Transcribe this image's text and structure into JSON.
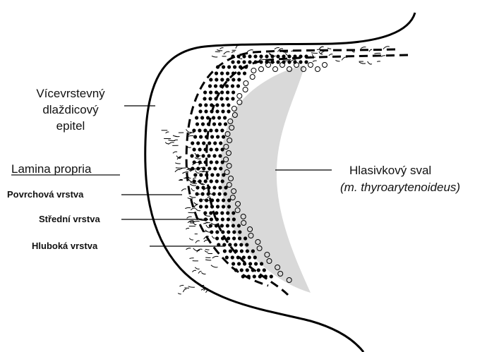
{
  "labels": {
    "epithelium": [
      "Vícevrstevný",
      "dlaždicový",
      "epitel"
    ],
    "lamina_propria": "Lamina propria",
    "superficial_layer": "Povrchová vrstva",
    "middle_layer": "Střední vrstva",
    "deep_layer": "Hluboká vrstva",
    "muscle_name": "Hlasivkový sval",
    "muscle_latin": "(m. thyroarytenoideus)"
  },
  "colors": {
    "outline": "#000000",
    "muscle_fill": "#d9d9d9",
    "text": "#111111"
  }
}
